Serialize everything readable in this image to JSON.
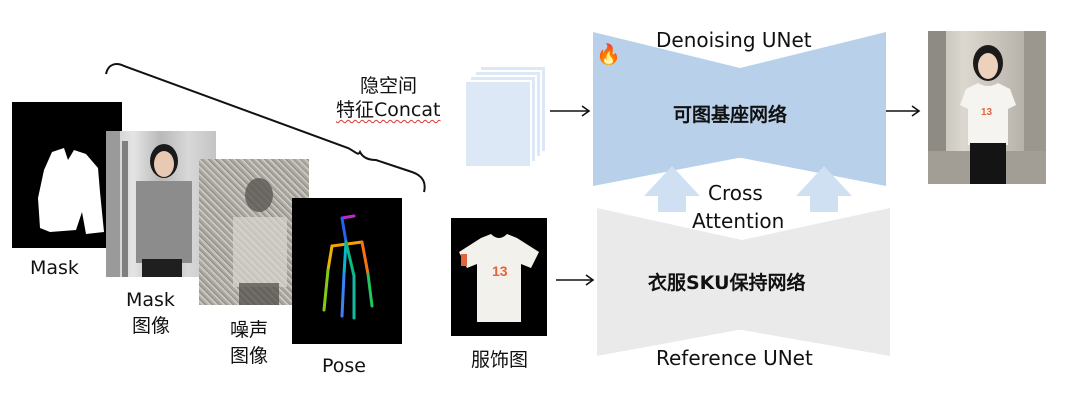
{
  "inputs": {
    "mask_label": "Mask",
    "masked_image_label_line1": "Mask",
    "masked_image_label_line2": "图像",
    "noise_image_label_line1": "噪声",
    "noise_image_label_line2": "图像",
    "pose_label": "Pose"
  },
  "concat_note": {
    "line1": "隐空间",
    "line2": "特征Concat"
  },
  "denoising_net": {
    "title": "Denoising UNet",
    "body": "可图基座网络",
    "icon": "fire-icon"
  },
  "reference_net": {
    "title": "Reference UNet",
    "body": "衣服SKU保持网络"
  },
  "cross_attention": {
    "line1": "Cross",
    "line2": "Attention"
  },
  "garment": {
    "label": "服饰图",
    "logo_text": "13"
  },
  "colors": {
    "denoising_fill": "#b8d0ea",
    "reference_fill": "#eaeaea",
    "arrow_up_fill": "#cfe0f2",
    "latent_stack_fill": "#dde8f6",
    "garment_logo": "#e4643a"
  }
}
